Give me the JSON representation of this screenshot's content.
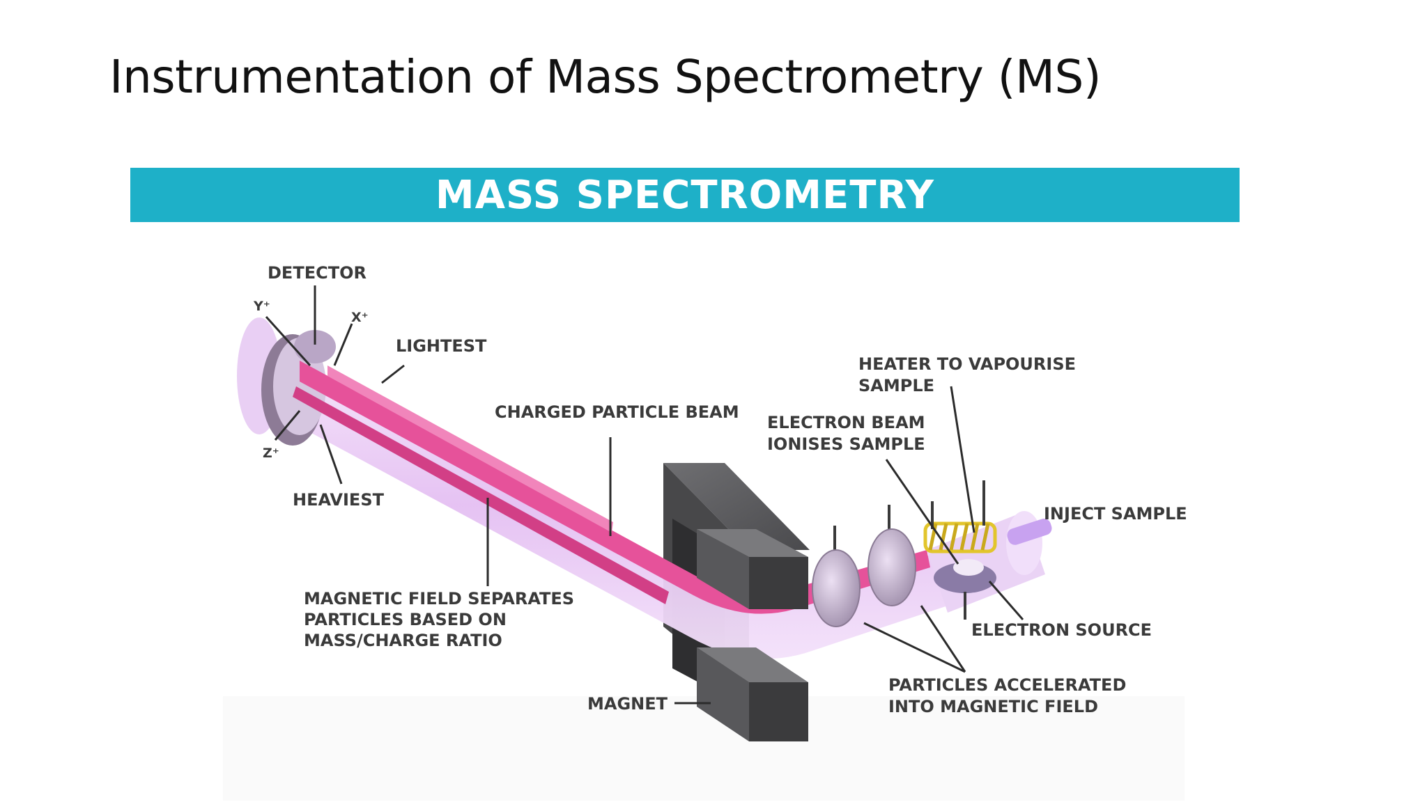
{
  "slide": {
    "title": "Instrumentation of Mass Spectrometry (MS)"
  },
  "diagram": {
    "banner_title": "MASS SPECTROMETRY",
    "labels": {
      "detector": "DETECTOR",
      "y_plus": "Y⁺",
      "x_plus": "X⁺",
      "z_plus": "Z⁺",
      "lightest": "LIGHTEST",
      "heaviest": "HEAVIEST",
      "charged_particle_beam": "CHARGED PARTICLE BEAM",
      "magnetic_field_line1": "MAGNETIC FIELD SEPARATES",
      "magnetic_field_line2": "PARTICLES BASED ON",
      "magnetic_field_line3": "MASS/CHARGE RATIO",
      "magnet": "MAGNET",
      "electron_beam_line1": "ELECTRON BEAM",
      "electron_beam_line2": "IONISES SAMPLE",
      "heater_line1": "HEATER TO VAPOURISE",
      "heater_line2": "SAMPLE",
      "inject_sample": "INJECT SAMPLE",
      "electron_source": "ELECTRON SOURCE",
      "particles_accelerated_line1": "PARTICLES ACCELERATED",
      "particles_accelerated_line2": "INTO MAGNETIC FIELD"
    },
    "colors": {
      "banner": "#1eb0c8",
      "tube": "#e6c3f3",
      "beam": "#ee5a9c",
      "magnet": "#3a3a3c",
      "coil": "#e2c52c"
    }
  }
}
